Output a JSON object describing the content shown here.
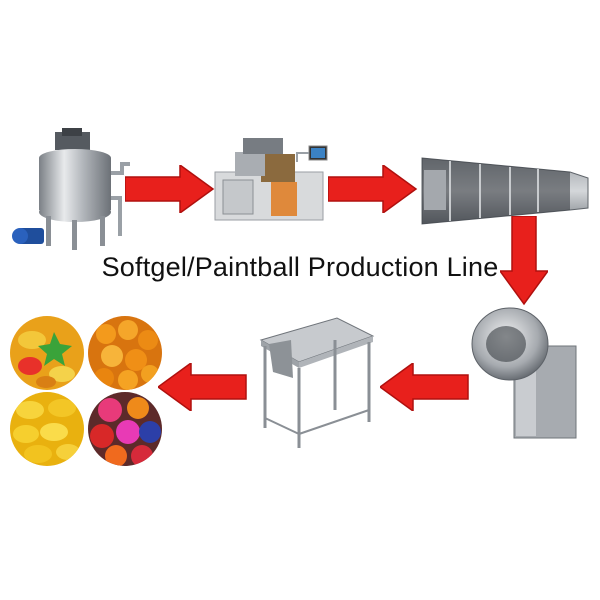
{
  "title": "Softgel/Paintball Production Line",
  "colors": {
    "arrow_red": "#e8201c",
    "arrow_dark": "#b0100e",
    "steel": "#b9bcc0",
    "steel_dark": "#6f747a",
    "gel_yellow": "#f2c21a",
    "ball_orange": "#f08a12"
  },
  "steps": [
    {
      "name": "mixing-tank"
    },
    {
      "name": "softgel-encapsulation-machine"
    },
    {
      "name": "tumble-dryer-line"
    },
    {
      "name": "coating-pan"
    },
    {
      "name": "inspection-table"
    },
    {
      "name": "finished-products"
    }
  ]
}
